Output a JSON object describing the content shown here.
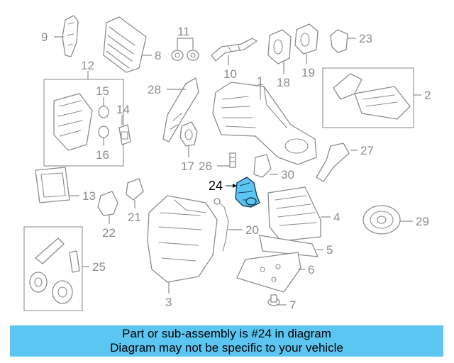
{
  "diagram": {
    "highlighted_part": "24",
    "callouts": [
      "1",
      "2",
      "3",
      "4",
      "5",
      "6",
      "7",
      "8",
      "9",
      "10",
      "11",
      "12",
      "13",
      "14",
      "15",
      "16",
      "17",
      "18",
      "19",
      "20",
      "21",
      "22",
      "23",
      "24",
      "25",
      "26",
      "27",
      "28",
      "29",
      "30"
    ]
  },
  "banner": {
    "line1": "Part or sub-assembly is #24 in diagram",
    "line2": "Diagram may not be specific to your vehicle"
  },
  "colors": {
    "highlight": "#5bc6f2",
    "banner": "#5bc6f2",
    "linework": "#8c8c8c"
  }
}
